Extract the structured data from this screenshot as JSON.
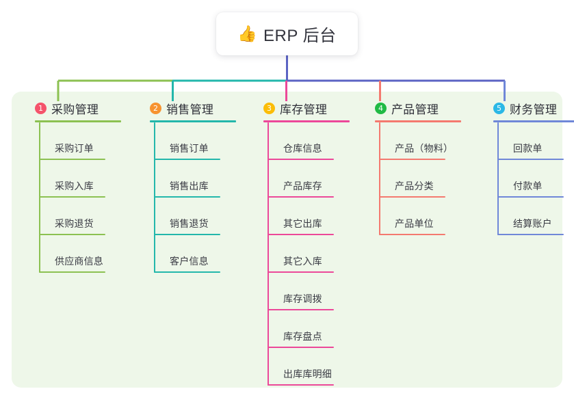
{
  "title_card": {
    "icon": "thumbs-up-icon",
    "emoji": "👍",
    "text": "ERP 后台"
  },
  "colors": {
    "panel_bg": "#eef7e9",
    "page_bg": "#ffffff",
    "title_text": "#33343d",
    "bus_green": "#7cb342",
    "bus_teal": "#12b5a5",
    "bus_indigo": "#5b63c4",
    "drop_green": "#7cb342",
    "drop_teal": "#12b5a5",
    "drop_pink": "#ea3f8e",
    "drop_red": "#f05a57",
    "drop_blue": "#6f87d8",
    "stem_blue": "#5b63c4"
  },
  "columns": [
    {
      "index": "1",
      "title": "采购管理",
      "badge_color": "#f5536b",
      "line_color": "#8cc152",
      "items": [
        "采购订单",
        "采购入库",
        "采购退货",
        "供应商信息"
      ]
    },
    {
      "index": "2",
      "title": "销售管理",
      "badge_color": "#f79330",
      "line_color": "#23b7ab",
      "items": [
        "销售订单",
        "销售出库",
        "销售退货",
        "客户信息"
      ]
    },
    {
      "index": "3",
      "title": "库存管理",
      "badge_color": "#fbbd08",
      "line_color": "#ec4899",
      "items": [
        "仓库信息",
        "产品库存",
        "其它出库",
        "其它入库",
        "库存调拨",
        "库存盘点",
        "出库库明细"
      ]
    },
    {
      "index": "4",
      "title": "产品管理",
      "badge_color": "#21ba45",
      "line_color": "#f4796f",
      "items": [
        "产品（物料）",
        "产品分类",
        "产品单位"
      ]
    },
    {
      "index": "5",
      "title": "财务管理",
      "badge_color": "#2bb8e6",
      "line_color": "#6f87d8",
      "items": [
        "回款单",
        "付款单",
        "结算账户"
      ]
    }
  ]
}
